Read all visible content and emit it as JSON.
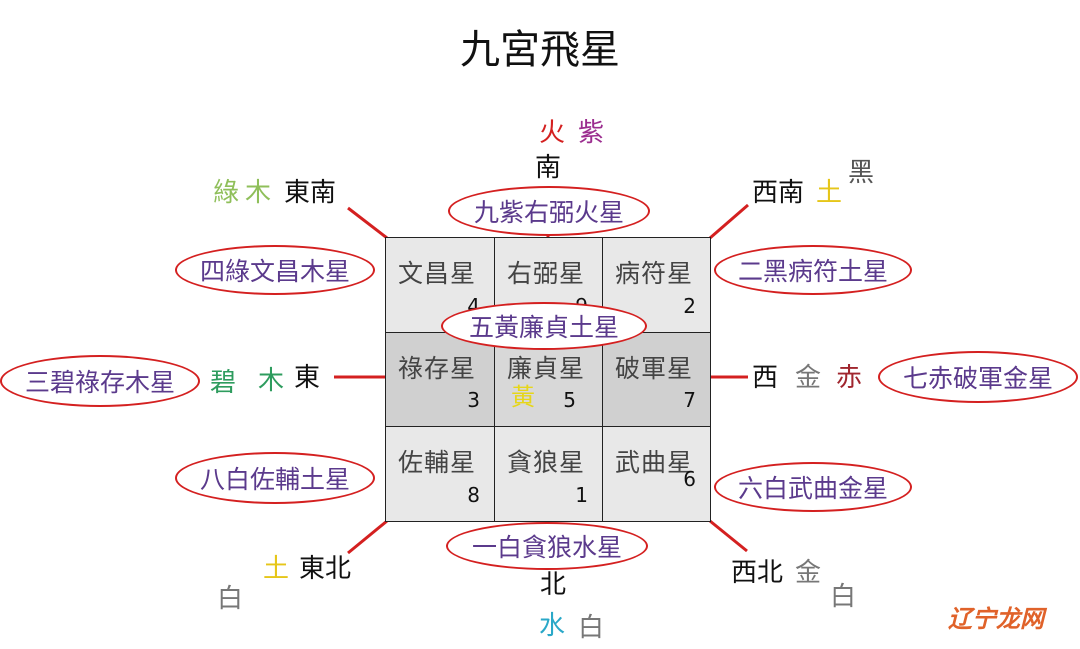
{
  "title": "九宮飛星",
  "grid": [
    {
      "name": "文昌星",
      "number": "4"
    },
    {
      "name": "右弼星",
      "number": "9"
    },
    {
      "name": "病符星",
      "number": "2"
    },
    {
      "name": "祿存星",
      "number": "3"
    },
    {
      "name": "廉貞星",
      "number": "5",
      "inner_char": "黃"
    },
    {
      "name": "破軍星",
      "number": "7"
    },
    {
      "name": "佐輔星",
      "number": "8"
    },
    {
      "name": "貪狼星",
      "number": "1"
    },
    {
      "name": "武曲星",
      "number": "6"
    }
  ],
  "ellipses": {
    "south": "九紫右弼火星",
    "southeast": "四綠文昌木星",
    "southwest": "二黑病符土星",
    "center": "五黃廉貞土星",
    "east": "三碧祿存木星",
    "west": "七赤破軍金星",
    "northeast": "八白佐輔土星",
    "northwest": "六白武曲金星",
    "north": "一白貪狼水星"
  },
  "directions": {
    "south": "南",
    "north": "北",
    "east": "東",
    "west": "西",
    "southeast": "東南",
    "southwest": "西南",
    "northeast": "東北",
    "northwest": "西北"
  },
  "elements": {
    "south_element": "火",
    "south_color": "紫",
    "southeast_color": "綠",
    "southeast_element": "木",
    "southwest_element": "土",
    "southwest_color": "黑",
    "east_color": "碧",
    "east_element": "木",
    "west_element": "金",
    "west_color": "赤",
    "northeast_element": "土",
    "northeast_color": "白",
    "northwest_element": "金",
    "northwest_color": "白",
    "north_element": "水",
    "north_color": "白"
  },
  "colors": {
    "line": "#d42020",
    "ellipse_border": "#d42020",
    "ellipse_text": "#5b3a8c",
    "fire": "#d42020",
    "purple": "#9b2d8f",
    "green_light": "#8fbf5a",
    "wood": "#2e9c5e",
    "earth": "#e6c619",
    "black_text": "#555555",
    "metal": "#777777",
    "red": "#a0262e",
    "white_text": "#777777",
    "water": "#2aa8c8",
    "yellow": "#e6d619"
  },
  "watermark": "辽宁龙网"
}
